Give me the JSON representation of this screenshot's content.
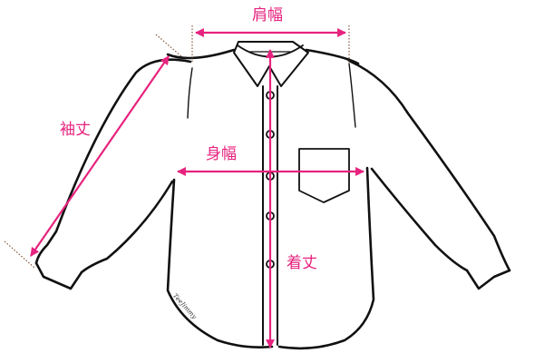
{
  "diagram": {
    "subject": "shirt measurement diagram",
    "accent_color": "#e6237e",
    "line_color": "#111111",
    "labels": {
      "shoulder_width": "肩幅",
      "sleeve_length": "袖丈",
      "body_width": "身幅",
      "total_length": "着丈"
    },
    "watermark": "TeeJimmy",
    "buttons_count": 5
  }
}
